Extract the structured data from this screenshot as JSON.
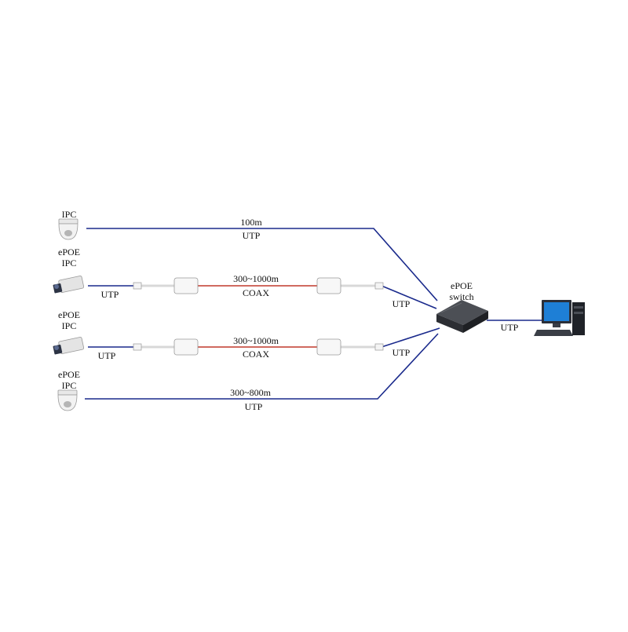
{
  "devices": {
    "row1": [
      "IPC"
    ],
    "row2": [
      "ePOE",
      "IPC"
    ],
    "row3": [
      "ePOE",
      "IPC"
    ],
    "row4": [
      "ePOE",
      "IPC"
    ],
    "switch": [
      "ePOE",
      "switch"
    ]
  },
  "links": {
    "row1_top": "100m",
    "row1_bottom": "UTP",
    "row2_left": "UTP",
    "row2_top": "300~1000m",
    "row2_bottom": "COAX",
    "row2_right": "UTP",
    "row3_left": "UTP",
    "row3_top": "300~1000m",
    "row3_bottom": "COAX",
    "row3_right": "UTP",
    "row4_top": "300~800m",
    "row4_bottom": "UTP",
    "pc": "UTP"
  },
  "colors": {
    "utp": "#1a2a8c",
    "coax": "#c0392b",
    "cable": "#d8d8d8"
  },
  "icons": {
    "dome_camera": "dome-camera-icon",
    "box_camera": "box-camera-icon",
    "converter": "epoe-converter-icon",
    "switch": "network-switch-icon",
    "computer": "desktop-computer-icon"
  }
}
